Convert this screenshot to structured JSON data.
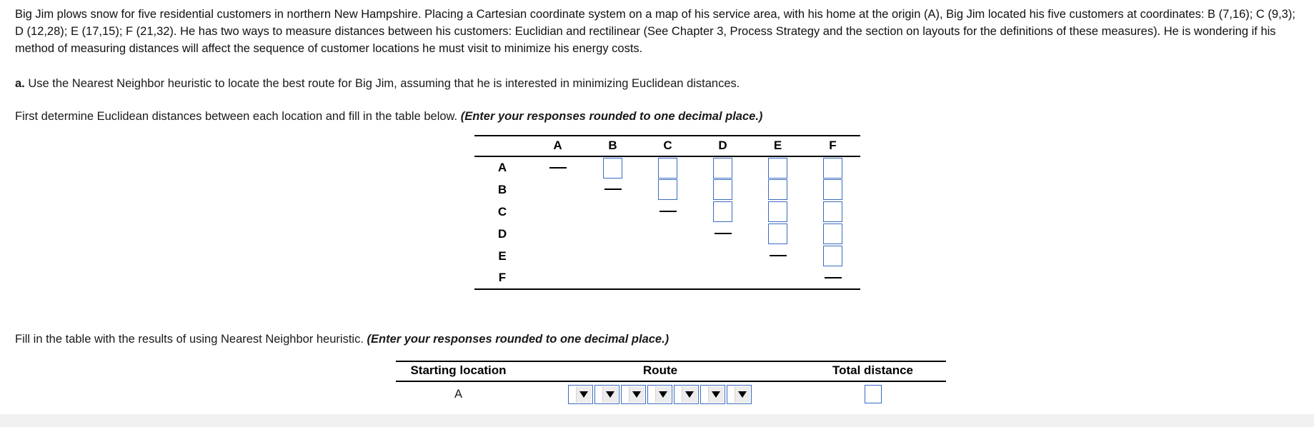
{
  "problem": {
    "statement": "Big Jim plows snow for five residential customers in northern New Hampshire. Placing a Cartesian coordinate system on a map of his service area, with his home at the origin (A), Big Jim located his five customers at coordinates: B (7,16); C (9,3); D (12,28); E (17,15); F (21,32). He has two ways to measure distances between his customers: Euclidian and rectilinear (See Chapter 3, Process Strategy and the section on layouts for the definitions of these measures). He is wondering if his method of measuring distances will affect the sequence of customer locations he must visit to minimize his energy costs.",
    "part_letter": "a.",
    "part_text": "Use the Nearest Neighbor heuristic to locate the best route for Big Jim, assuming that he is interested in minimizing Euclidean distances.",
    "instruction_1": "First determine Euclidean distances between each location and fill in the table below.",
    "instruction_1_italic": "(Enter your responses rounded to one decimal place.)",
    "instruction_2": "Fill in the table with the results of using Nearest Neighbor heuristic.",
    "instruction_2_italic": "(Enter your responses rounded to one decimal place.)"
  },
  "matrix": {
    "corner_label": "",
    "columns": [
      "A",
      "B",
      "C",
      "D",
      "E",
      "F"
    ],
    "rows": [
      {
        "label": "A",
        "cells": [
          "dash",
          "input",
          "input",
          "input",
          "input",
          "input"
        ]
      },
      {
        "label": "B",
        "cells": [
          "empty",
          "dash",
          "input",
          "input",
          "input",
          "input"
        ]
      },
      {
        "label": "C",
        "cells": [
          "empty",
          "empty",
          "dash",
          "input",
          "input",
          "input"
        ]
      },
      {
        "label": "D",
        "cells": [
          "empty",
          "empty",
          "empty",
          "dash",
          "input",
          "input"
        ]
      },
      {
        "label": "E",
        "cells": [
          "empty",
          "empty",
          "empty",
          "empty",
          "dash",
          "input"
        ]
      },
      {
        "label": "F",
        "cells": [
          "empty",
          "empty",
          "empty",
          "empty",
          "empty",
          "dash"
        ]
      }
    ],
    "input_border_color": "#3a6cc1",
    "input_value": ""
  },
  "route_table": {
    "headers": {
      "starting_location": "Starting location",
      "route": "Route",
      "total_distance": "Total distance"
    },
    "row": {
      "starting_location": "A",
      "dropdown_count": 7,
      "dropdown_value": "",
      "total_distance_value": ""
    },
    "select_arrow_icon": "chevron-down-icon",
    "input_border_color": "#3a6cc1"
  }
}
